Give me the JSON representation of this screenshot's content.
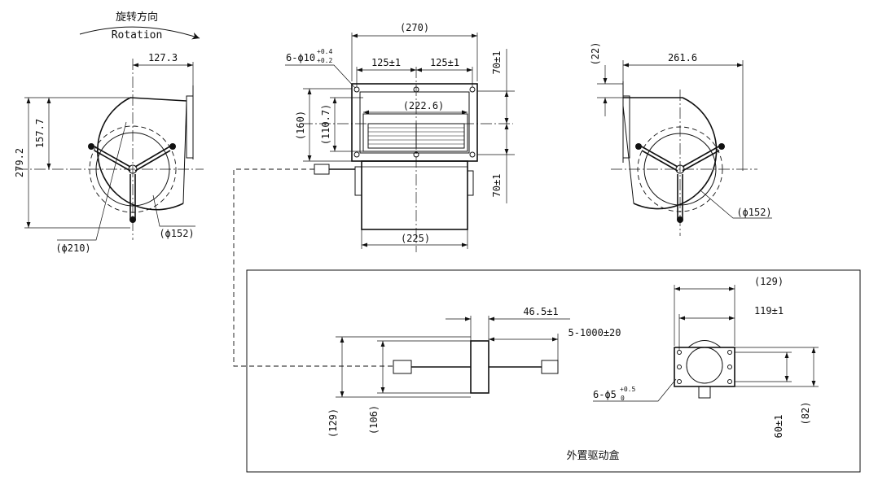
{
  "rotation": {
    "label_cn": "旋转方向",
    "label_en": "Rotation"
  },
  "front_view": {
    "dim_width": "127.3",
    "dim_height_top": "157.7",
    "dim_height_total": "279.2",
    "dia_housing": "(ϕ210)",
    "dia_impeller": "(ϕ152)"
  },
  "top_view": {
    "dim_total_width": "(270)",
    "hole_spec_main": "6-ϕ10",
    "hole_tol_upper": "+0.4",
    "hole_tol_lower": "+0.2",
    "dim_hole_left": "125±1",
    "dim_hole_right": "125±1",
    "dim_inner": "(222.6)",
    "dim_flange_height": "(160)",
    "dim_opening_height": "(110.7)",
    "dim_v_top": "70±1",
    "dim_v_bottom": "70±1",
    "dim_body_width": "(225)"
  },
  "side_view": {
    "dim_offset": "(22)",
    "dim_width": "261.6",
    "dia_impeller": "(ϕ152)"
  },
  "drive_box": {
    "title": "外置驱动盒",
    "dim_connector": "46.5±1",
    "dim_cable": "5-1000±20",
    "dim_height_outer": "(129)",
    "dim_height_inner": "(106)",
    "dim_box_width": "(129)",
    "dim_hole_spacing": "119±1",
    "hole_spec_main": "6-ϕ5",
    "hole_tol_upper": "+0.5",
    "hole_tol_lower": "0",
    "dim_hole_v": "60±1",
    "dim_box_height": "(82)"
  }
}
